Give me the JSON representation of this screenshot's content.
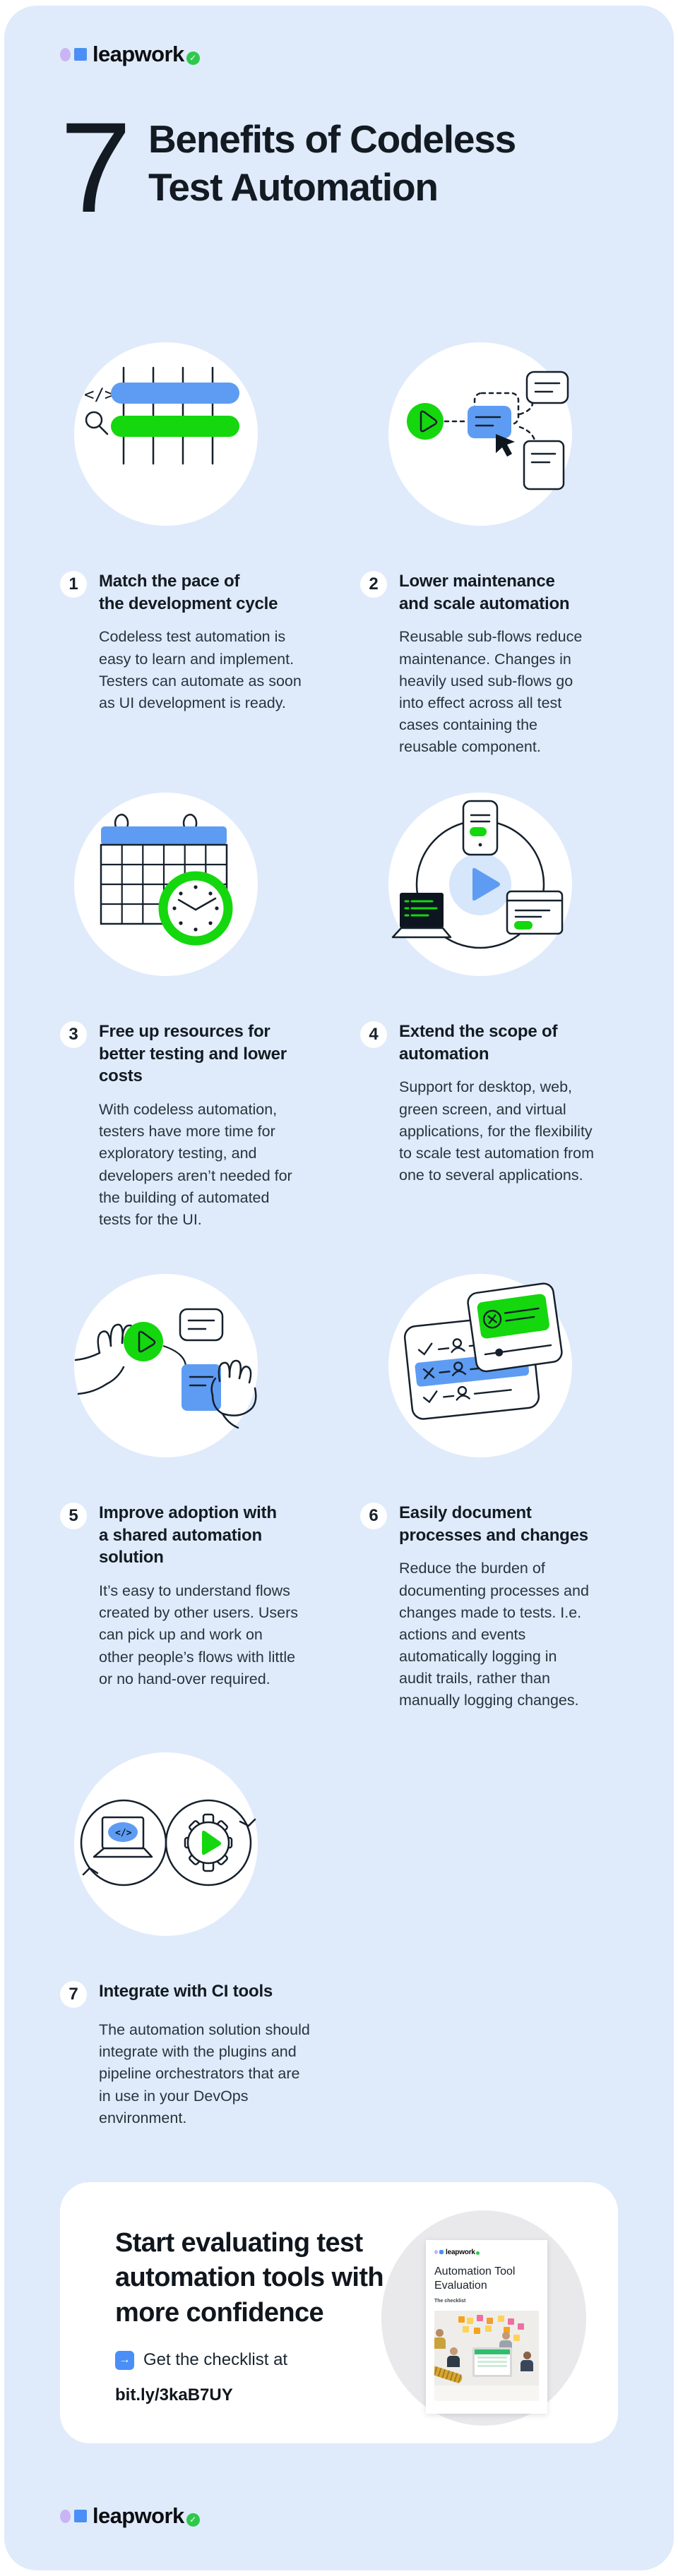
{
  "brand": {
    "logo_text": "leapwork"
  },
  "icons": {
    "logo_check": "✓",
    "cta_arrow": "→",
    "code_glyph": "</>"
  },
  "header": {
    "title_number": "7",
    "title": "Benefits of Codeless\nTest Automation"
  },
  "benefits": [
    {
      "number": "1",
      "title": "Match the pace of\nthe development cycle",
      "body": "Codeless test automation is\neasy to learn and implement.\nTesters can automate as soon\nas UI development is ready."
    },
    {
      "number": "2",
      "title": "Lower maintenance\nand scale automation",
      "body": "Reusable sub-flows reduce\nmaintenance. Changes in\nheavily used sub-flows go\ninto effect across all test\ncases containing the\nreusable component."
    },
    {
      "number": "3",
      "title": "Free up resources for\nbetter testing and lower\ncosts",
      "body": "With codeless automation,\ntesters have more time for\nexploratory testing, and\ndevelopers aren’t needed for\nthe building of automated\ntests for the UI."
    },
    {
      "number": "4",
      "title": "Extend the scope of\nautomation",
      "body": "Support for desktop, web,\ngreen screen, and virtual\napplications, for the flexibility\nto scale test automation from\none to several applications."
    },
    {
      "number": "5",
      "title": "Improve adoption with\na shared automation\nsolution",
      "body": "It’s easy to understand flows\ncreated by other users. Users\ncan pick up and work on\nother people’s flows with little\nor no hand-over required."
    },
    {
      "number": "6",
      "title": "Easily document\nprocesses and changes",
      "body": "Reduce the burden of\ndocumenting processes and\nchanges made to tests. I.e.\nactions and events\nautomatically logging in\naudit trails, rather than\nmanually logging changes."
    },
    {
      "number": "7",
      "title": "Integrate with CI tools",
      "body": "The automation solution should\nintegrate with the plugins and\npipeline orchestrators that are\nin use in your DevOps\nenvironment."
    }
  ],
  "cta": {
    "heading": "Start evaluating test\nautomation tools with\nmore confidence",
    "link_prefix": "Get the checklist at",
    "link_url": "bit.ly/3kaB7UY",
    "document": {
      "brand": "leapwork",
      "title": "Automation Tool\nEvaluation",
      "subtitle": "The checklist"
    }
  },
  "colors": {
    "panel_bg": "#dfebfb",
    "accent_blue": "#5e9cf3",
    "logo_blue": "#4a8ff5",
    "accent_green": "#14d70e",
    "logo_green": "#2ec94b",
    "lavender": "#c9b5f4",
    "title_ink": "#131a22",
    "body_ink": "#2a333d"
  }
}
